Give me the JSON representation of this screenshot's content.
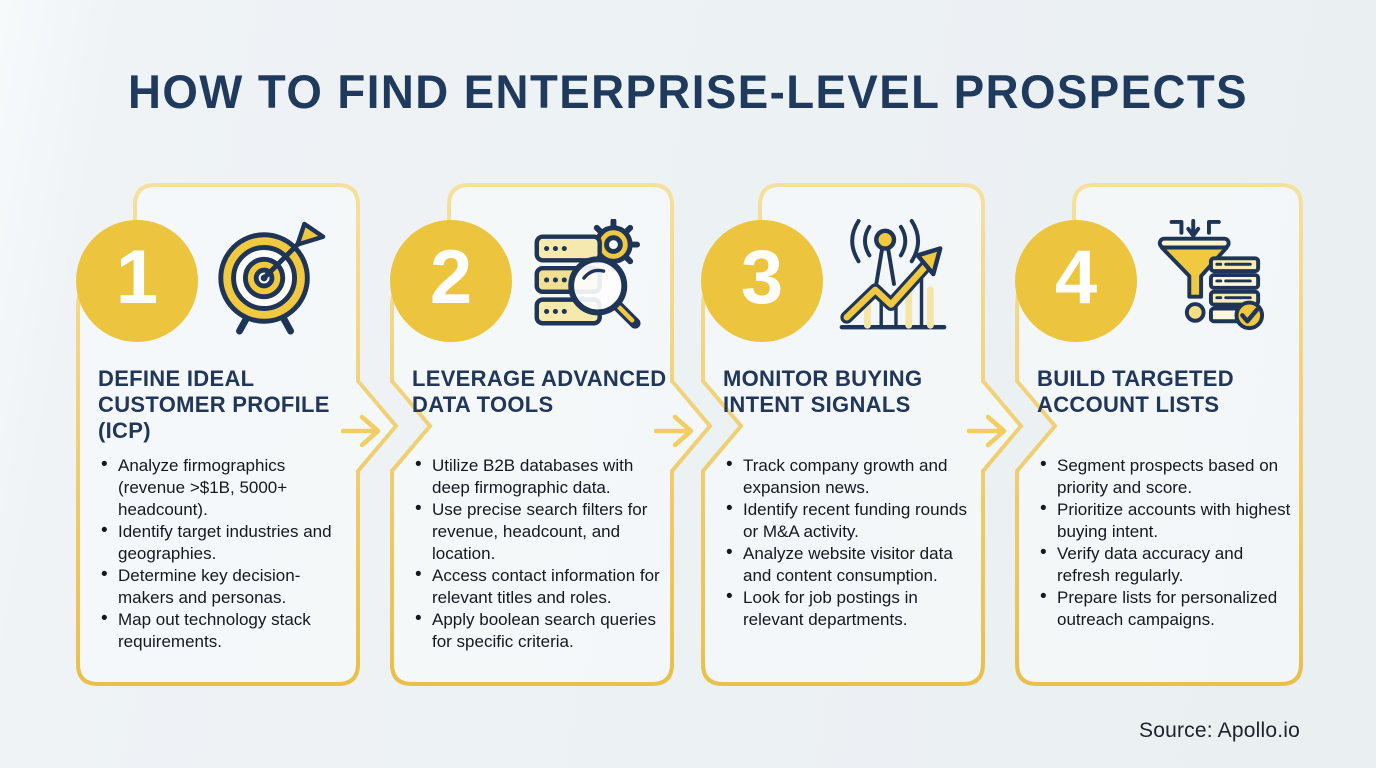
{
  "title": "HOW TO FIND ENTERPRISE-LEVEL PROSPECTS",
  "source": "Source: Apollo.io",
  "colors": {
    "background": "#ecf1f4",
    "accent_gold": "#ecc43d",
    "border_gold_light": "#f6e09e",
    "border_gold_dark": "#eec04a",
    "navy": "#21375a",
    "body_text": "#14181f"
  },
  "steps": [
    {
      "number": "1",
      "icon": "target-arrow-icon",
      "heading_lines": [
        "DEFINE IDEAL",
        "CUSTOMER PROFILE",
        "(ICP)"
      ],
      "bullets": [
        "Analyze firmographics (revenue >$1B, 5000+ headcount).",
        "Identify target industries and geographies.",
        "Determine key decision-makers and personas.",
        "Map out technology stack requirements."
      ]
    },
    {
      "number": "2",
      "icon": "database-search-gear-icon",
      "heading_lines": [
        "LEVERAGE ADVANCED",
        "DATA TOOLS"
      ],
      "bullets": [
        "Utilize B2B databases with deep firmographic data.",
        "Use precise search filters for revenue, headcount, and location.",
        "Access contact information for relevant titles and roles.",
        "Apply boolean search queries for specific criteria."
      ]
    },
    {
      "number": "3",
      "icon": "signal-growth-chart-icon",
      "heading_lines": [
        "MONITOR BUYING",
        "INTENT SIGNALS"
      ],
      "bullets": [
        "Track company growth and expansion news.",
        "Identify recent funding rounds or M&A activity.",
        "Analyze website visitor data and content consumption.",
        "Look for job postings in relevant departments."
      ]
    },
    {
      "number": "4",
      "icon": "funnel-account-list-icon",
      "heading_lines": [
        "BUILD TARGETED",
        "ACCOUNT LISTS"
      ],
      "bullets": [
        "Segment prospects based on priority and score.",
        "Prioritize accounts with highest buying intent.",
        "Verify data accuracy and refresh regularly.",
        "Prepare lists for personalized outreach campaigns."
      ]
    }
  ]
}
